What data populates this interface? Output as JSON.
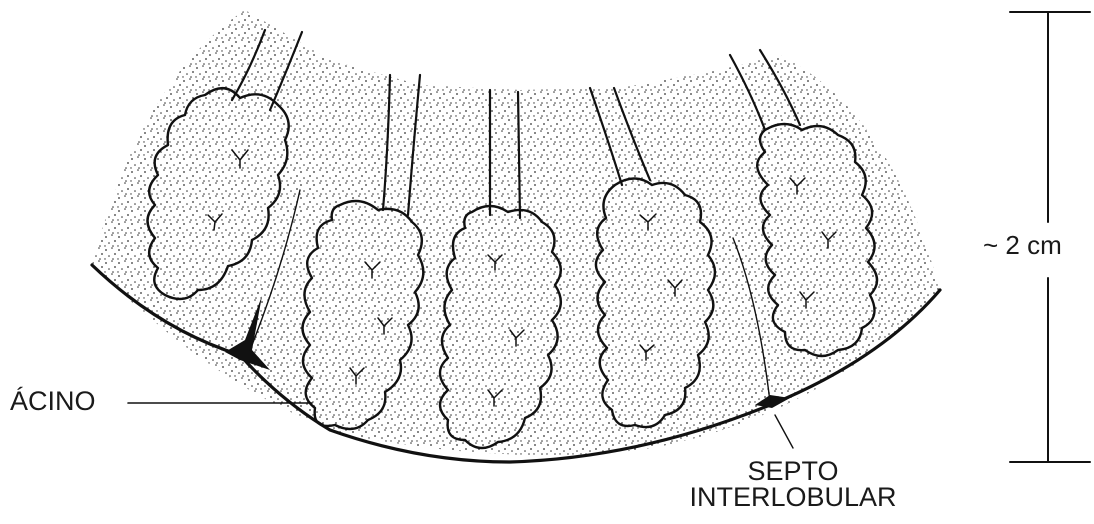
{
  "labels": {
    "acino": "ÁCINO",
    "septo_line1": "SEPTO",
    "septo_line2": "INTERLOBULAR",
    "scale": "~ 2 cm"
  },
  "colors": {
    "ink": "#111111",
    "background": "#ffffff"
  }
}
